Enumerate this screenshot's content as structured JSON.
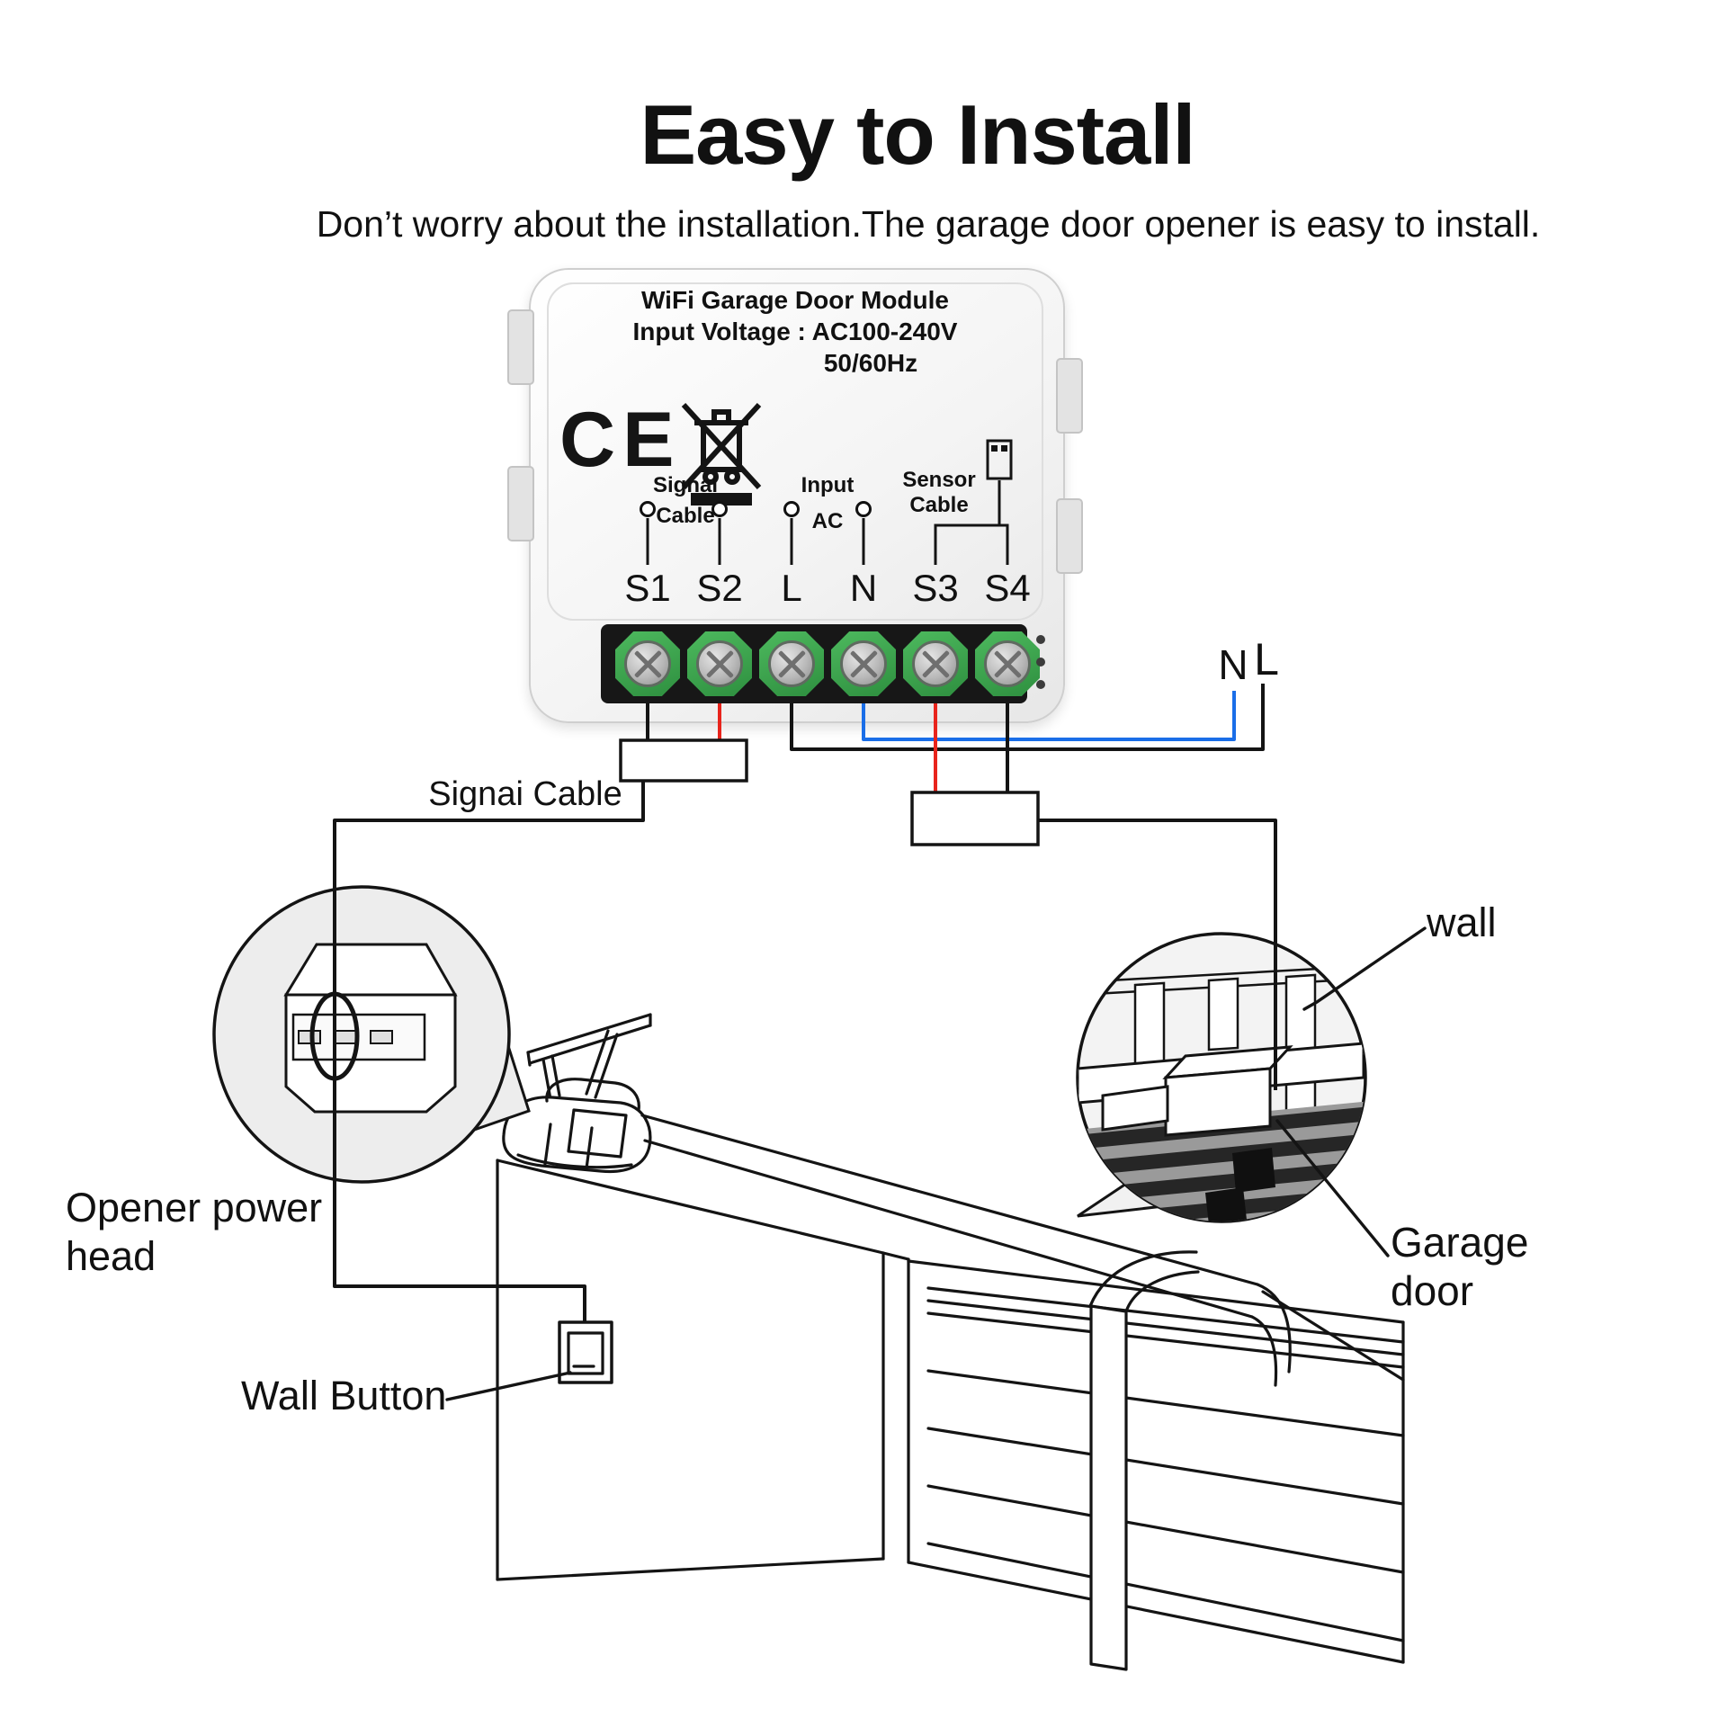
{
  "header": {
    "title": "Easy to Install",
    "subtitle": "Don’t worry about the installation.The garage door opener is easy to install."
  },
  "module": {
    "name_line": "WiFi Garage Door Module",
    "voltage_line": "Input Voltage : AC100-240V",
    "frequency_line": "50/60Hz",
    "ce_mark": "CE",
    "legend": {
      "signal": {
        "l1": "Signal",
        "l2": "Cable"
      },
      "input": {
        "l1": "Input",
        "l2": "AC"
      },
      "sensor": {
        "l1": "Sensor",
        "l2": "Cable"
      }
    },
    "terminals": [
      "S1",
      "S2",
      "L",
      "N",
      "S3",
      "S4"
    ]
  },
  "wiring": {
    "signal_cable_label": "Signai Cable",
    "neutral_label": "N",
    "live_label": "L"
  },
  "callouts": {
    "opener_power_head": "Opener power head",
    "wall_button": "Wall Button",
    "wall": "wall",
    "garage_door": "Garage door"
  },
  "colors": {
    "wire_black": "#141414",
    "wire_red": "#e8241c",
    "wire_blue": "#1a6ee8",
    "terminal_green": "#3fae52",
    "strip_dark": "#171717",
    "bubble_fill": "#ededed"
  }
}
